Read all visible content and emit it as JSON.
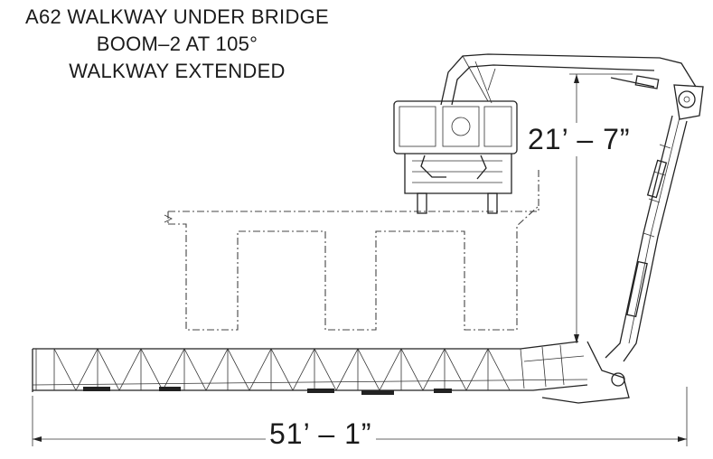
{
  "title": {
    "line1": "A62 WALKWAY UNDER BRIDGE",
    "line2": "BOOM–2 AT 105°",
    "line3": "WALKWAY EXTENDED"
  },
  "dimensions": {
    "height": "21’ – 7”",
    "length": "51’ – 1”"
  }
}
